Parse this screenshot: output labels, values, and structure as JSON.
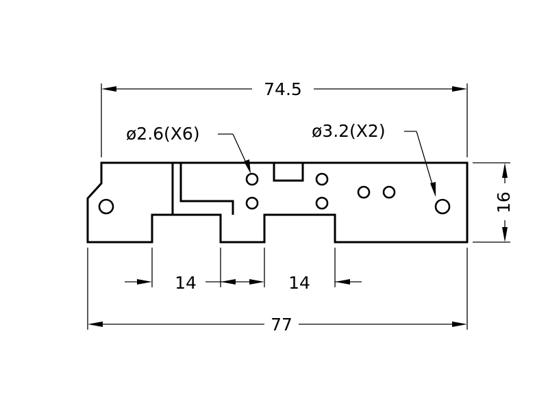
{
  "drawing": {
    "dimensions": {
      "top_length": "74.5",
      "bottom_length": "77",
      "height": "16",
      "spacing_left": "14",
      "spacing_right": "14"
    },
    "callouts": {
      "small_holes": "ø2.6(X6)",
      "large_holes": "ø3.2(X2)"
    }
  }
}
